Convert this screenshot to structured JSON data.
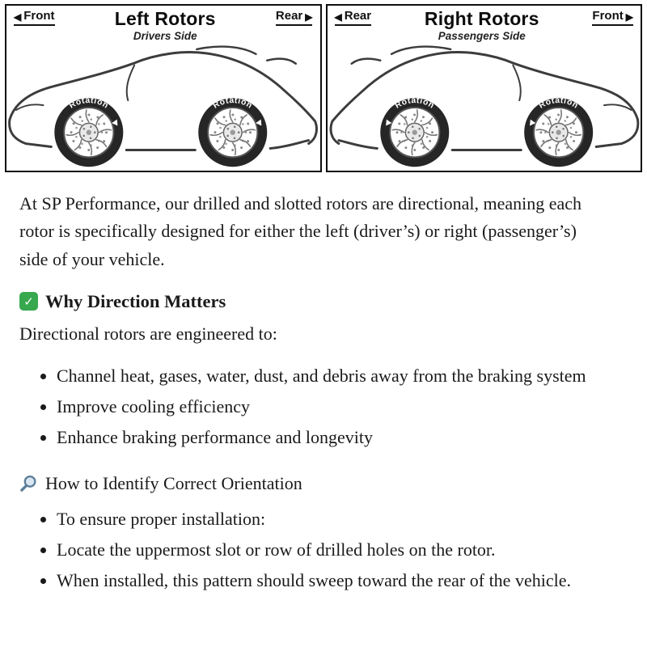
{
  "diagram": {
    "rotation_label": "Rotation",
    "icons": {
      "left_arrow": "◀",
      "right_arrow": "▶"
    },
    "left_panel": {
      "top_left_label": "Front",
      "top_right_label": "Rear",
      "title": "Left Rotors",
      "subtitle": "Drivers Side"
    },
    "right_panel": {
      "top_left_label": "Rear",
      "top_right_label": "Front",
      "title": "Right Rotors",
      "subtitle": "Passengers Side"
    }
  },
  "content": {
    "intro": "At SP Performance, our drilled and slotted rotors are directional, meaning each rotor is specifically designed for either the left (driver’s) or right (passenger’s) side of your vehicle.",
    "section1": {
      "icon": "check-icon",
      "icon_glyph": "✓",
      "heading": "Why Direction Matters",
      "lead": "Directional rotors are engineered to:",
      "bullets": [
        "Channel heat, gases, water, dust, and debris away from the braking system",
        "Improve cooling efficiency",
        "Enhance braking performance and longevity"
      ]
    },
    "section2": {
      "icon": "magnifier-icon",
      "heading": "How to Identify Correct Orientation",
      "bullets": [
        "To ensure proper installation:",
        "Locate the uppermost slot or row of drilled holes on the rotor.",
        "When installed, this pattern should sweep toward the rear of the vehicle."
      ]
    }
  }
}
